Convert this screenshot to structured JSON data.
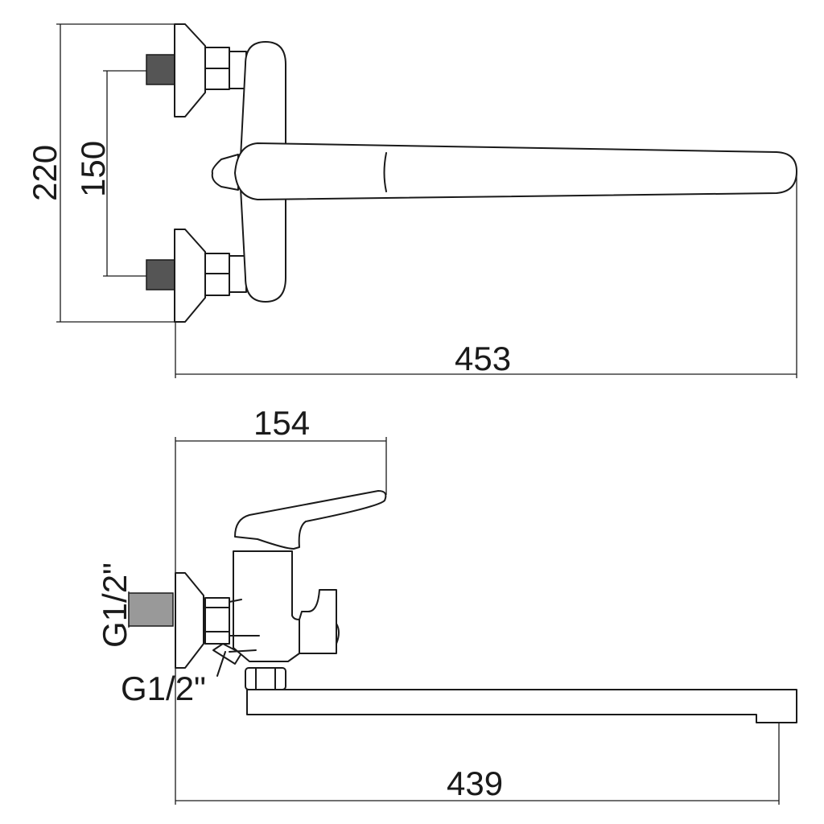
{
  "title": "Wall-mounted bath mixer technical drawing",
  "top_view": {
    "dim_height_total": "220",
    "dim_inlet_spacing": "150",
    "dim_length": "453"
  },
  "side_view": {
    "dim_handle_depth": "154",
    "dim_spout_reach": "439",
    "thread_inlet": "G1/2\"",
    "thread_outlet": "G1/2\""
  }
}
